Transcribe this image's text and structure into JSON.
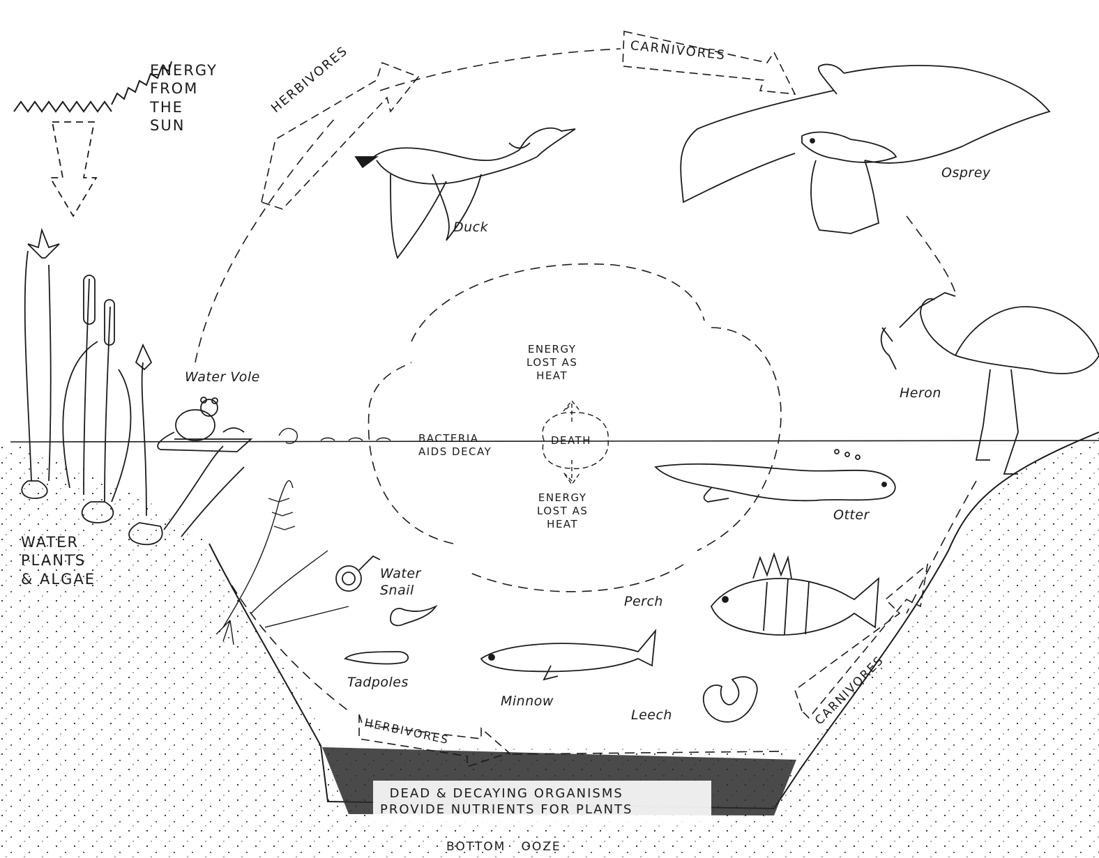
{
  "diagram": {
    "energy_from_sun": "ENERGY\nFROM\nTHE\nSUN",
    "water_plants": "WATER\nPLANTS\n& ALGAE",
    "herbivores_top": "HERBIVORES",
    "carnivores_top": "CARNIVORES",
    "herbivores_bottom": "HERBIVORES",
    "carnivores_bottom": "CARNIVORES",
    "bacteria": "BACTERIA\nAIDS DECAY",
    "death": "DEATH",
    "energy_lost_top": "ENERGY\nLOST AS\nHEAT",
    "energy_lost_bottom": "ENERGY\nLOST AS\nHEAT",
    "dead_decaying": "DEAD & DECAYING ORGANISMS\nPROVIDE NUTRIENTS FOR PLANTS",
    "bottom_ooze": "BOTTOM   OOZE",
    "animals": {
      "duck": "Duck",
      "osprey": "Osprey",
      "heron": "Heron",
      "water_vole": "Water Vole",
      "otter": "Otter",
      "water_snail": "Water\nSnail",
      "perch": "Perch",
      "tadpoles": "Tadpoles",
      "minnow": "Minnow",
      "leech": "Leech"
    }
  },
  "colors": {
    "ink": "#1a1a1a",
    "paper": "#ffffff"
  }
}
